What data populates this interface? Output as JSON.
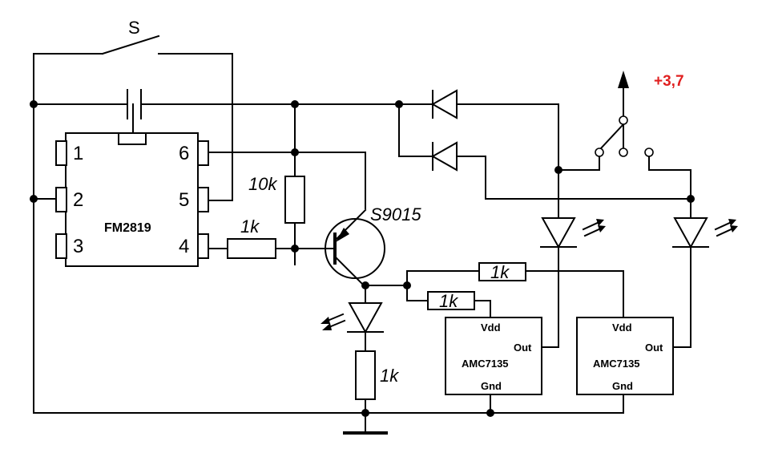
{
  "switch": {
    "label": "S"
  },
  "ic_main": {
    "name": "FM2819",
    "pins": [
      "1",
      "2",
      "3",
      "6",
      "5",
      "4"
    ]
  },
  "transistor": {
    "label": "S9015"
  },
  "resistors": {
    "r_base": "1k",
    "r_pullup": "10k",
    "r_led": "1k",
    "r_amc1": "1k",
    "r_amc2": "1k"
  },
  "amc1": {
    "name": "AMC7135",
    "vdd": "Vdd",
    "out": "Out",
    "gnd": "Gnd"
  },
  "amc2": {
    "name": "AMC7135",
    "vdd": "Vdd",
    "out": "Out",
    "gnd": "Gnd"
  },
  "power": {
    "label": "+3,7",
    "color": "#e02020"
  }
}
